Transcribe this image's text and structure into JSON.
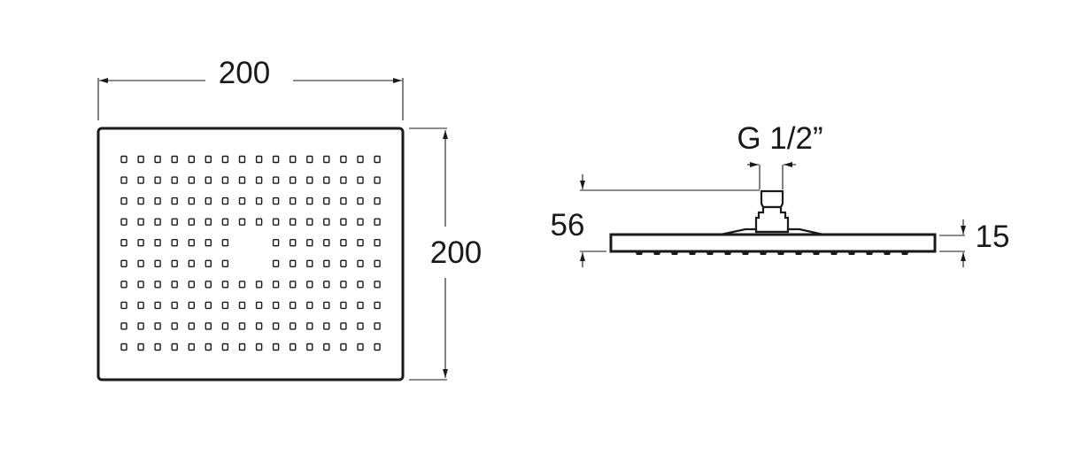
{
  "drawing": {
    "title": "Square shower head technical drawing",
    "units": "mm",
    "colors": {
      "line": "#1a1a1a",
      "background": "#ffffff"
    }
  },
  "top_view": {
    "width_label": "200",
    "height_label": "200",
    "hole_grid": {
      "rows": 10,
      "columns": 16,
      "omitted": [
        {
          "row": 5,
          "column": 8
        },
        {
          "row": 5,
          "column": 9
        },
        {
          "row": 6,
          "column": 8
        },
        {
          "row": 6,
          "column": 9
        }
      ]
    }
  },
  "side_view": {
    "connection_label": "G 1/2”",
    "total_height_label": "56",
    "plate_thickness_label": "15",
    "nozzle_count": 16
  }
}
